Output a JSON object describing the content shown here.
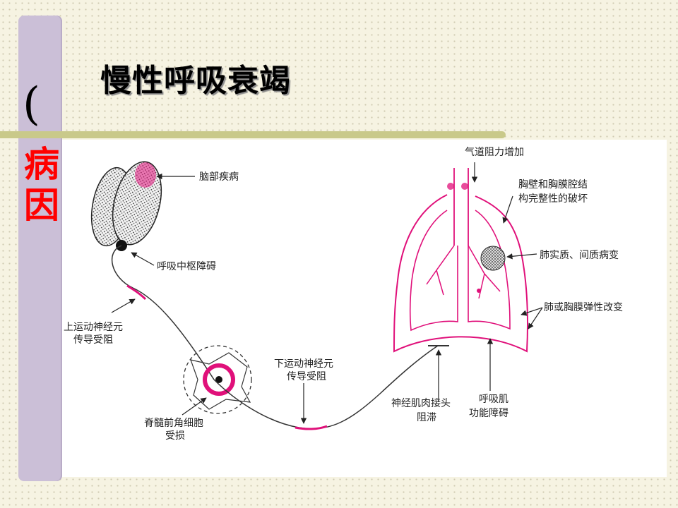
{
  "slide": {
    "title": "慢性呼吸衰竭",
    "side_paren": "(",
    "side_label": "病因"
  },
  "diagram": {
    "labels": {
      "brain_disease": "脑部疾病",
      "resp_center": "呼吸中枢障碍",
      "upper_motor_1": "上运动神经元",
      "upper_motor_2": "传导受阻",
      "spinal_1": "脊髓前角细胞",
      "spinal_2": "受损",
      "lower_motor_1": "下运动神经元",
      "lower_motor_2": "传导受阻",
      "nmj_1": "神经肌肉接头",
      "nmj_2": "阻滞",
      "resp_muscle_1": "呼吸肌",
      "resp_muscle_2": "功能障碍",
      "airway": "气道阻力增加",
      "chest_wall_1": "胸壁和胸膜腔结",
      "chest_wall_2": "构完整性的破坏",
      "parenchyma": "肺实质、间质病变",
      "elasticity": "肺或胸膜弹性改变"
    },
    "colors": {
      "lesion": "#e0107a",
      "line": "#333333",
      "title_red": "#ff0000"
    }
  }
}
